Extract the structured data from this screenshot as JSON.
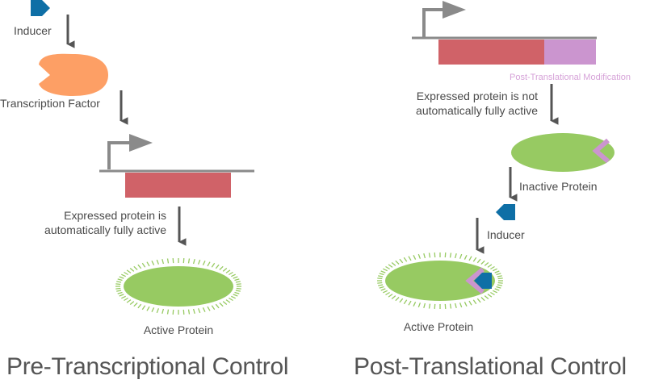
{
  "left_panel": {
    "inducer_label": "Inducer",
    "tf_label": "Transcription Factor",
    "expressed_line1": "Expressed protein is",
    "expressed_line2": "automatically fully active",
    "active_label": "Active Protein",
    "title": "Pre-Transcriptional Control"
  },
  "right_panel": {
    "ptm_label": "Post-Translational Modification",
    "expressed_line1": "Expressed protein is not",
    "expressed_line2": "automatically fully active",
    "inactive_label": "Inactive Protein",
    "inducer_label": "Inducer",
    "active_label": "Active Protein",
    "title": "Post-Translational Control"
  },
  "colors": {
    "inducer": "#0e6fa6",
    "transcription_factor": "#fd9f65",
    "gene_body": "#d06268",
    "ptm": "#cb95cf",
    "protein": "#97ca62",
    "arrow": "#555555",
    "dna_line": "#8a8a8a"
  }
}
